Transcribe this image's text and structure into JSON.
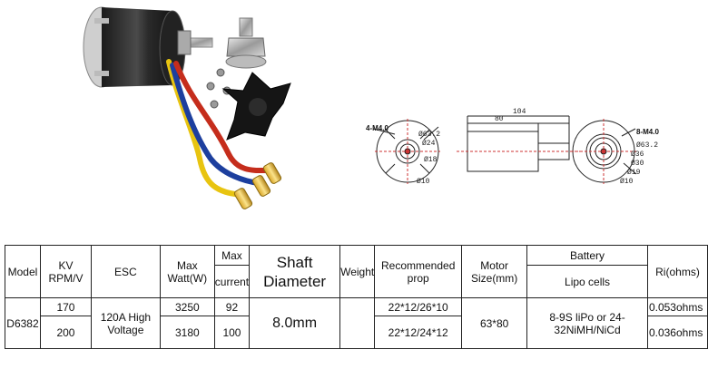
{
  "drawing": {
    "left_label": "4-M4.0",
    "right_label": "8-M4.0",
    "dim_104": "104",
    "dim_80": "80",
    "left_dims": [
      "Ø63.2",
      "Ø24",
      "Ø18",
      "Ø10"
    ],
    "right_dims": [
      "Ø63.2",
      "Ø36",
      "Ø30",
      "Ø19",
      "Ø10"
    ]
  },
  "table": {
    "headers": {
      "model": "Model",
      "kv": "KV\nRPM/V",
      "esc": "ESC",
      "max_watt": "Max\nWatt(W)",
      "max": "Max",
      "current": "current",
      "shaft": "Shaft\nDiameter",
      "weight": "Weight",
      "prop": "Recommended\nprop",
      "motor_size": "Motor\nSize(mm)",
      "battery": "Battery",
      "lipo": "Lipo cells",
      "ri": "Ri(ohms)"
    },
    "model": "D6382",
    "esc": "120A High\nVoltage",
    "shaft": "8.0mm",
    "weight": "",
    "motor_size": "63*80",
    "battery": "8-9S liPo or 24-\n32NiMH/NiCd",
    "rows": [
      {
        "kv": "170",
        "watt": "3250",
        "current": "92",
        "prop": "22*12/26*10",
        "ri": "0.053ohms"
      },
      {
        "kv": "200",
        "watt": "3180",
        "current": "100",
        "prop": "22*12/24*12",
        "ri": "0.036ohms"
      }
    ]
  }
}
